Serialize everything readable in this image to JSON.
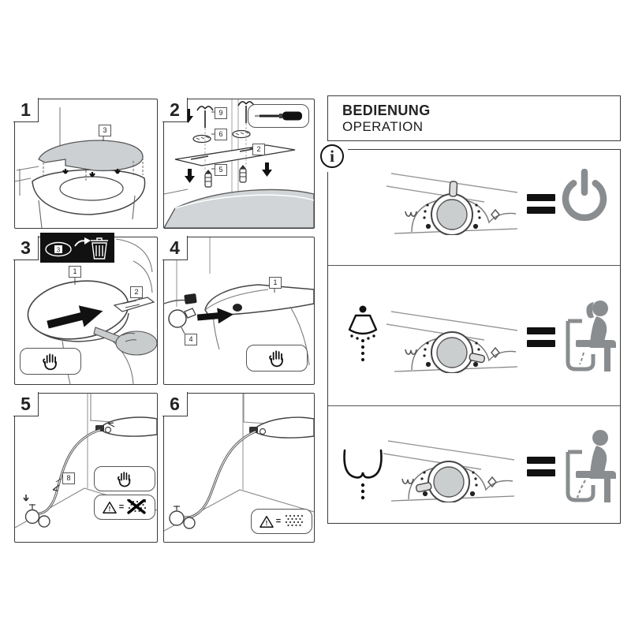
{
  "header": {
    "title_de": "BEDIENUNG",
    "title_en": "OPERATION"
  },
  "info_symbol": "i",
  "panels": {
    "p1": {
      "number": "1",
      "label_plate": "3"
    },
    "p2": {
      "number": "2",
      "label_screws": "9",
      "label_pads": "6",
      "label_plate": "2",
      "label_anchors": "5"
    },
    "p3": {
      "number": "3",
      "banner_label": "3",
      "label_seat": "1",
      "label_bracket": "2"
    },
    "p4": {
      "number": "4",
      "label_seat": "1",
      "label_valve": "4"
    },
    "p5": {
      "number": "5",
      "label_hose": "8",
      "warning_equals": "=",
      "warning_mark": "!"
    },
    "p6": {
      "number": "6",
      "warning_equals": "=",
      "warning_mark": "!"
    }
  },
  "operation": {
    "rows": [
      {
        "icon_left": "none",
        "dial_position": "center",
        "icon_right": "power"
      },
      {
        "icon_left": "spray-nozzle",
        "dial_position": "right",
        "icon_right": "seated-woman"
      },
      {
        "icon_left": "rear-wash",
        "dial_position": "left",
        "icon_right": "seated-person"
      }
    ]
  },
  "colors": {
    "line": "#3a3a3a",
    "gray_fill": "#cdd0d2",
    "icon_gray": "#8a8d8f",
    "banner_bg": "#111111"
  }
}
